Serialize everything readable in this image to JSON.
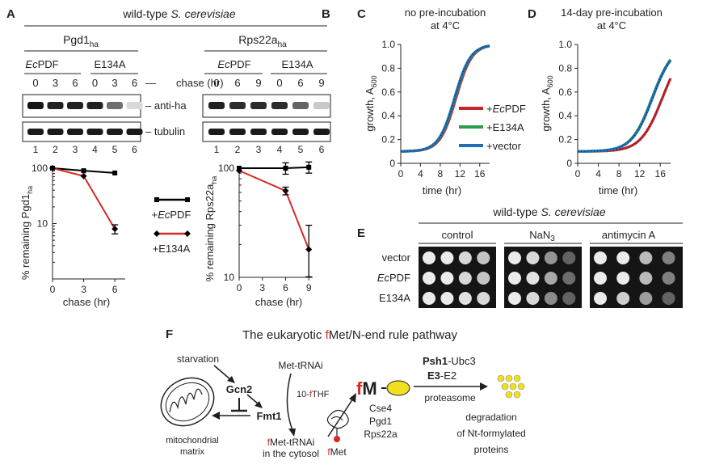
{
  "panels": {
    "A": "A",
    "B": "B",
    "C": "C",
    "D": "D",
    "E": "E",
    "F": "F"
  },
  "top_header": "wild-type S. cerevisiae",
  "blots": {
    "A": {
      "protein": "Pgd1",
      "subscript": "ha",
      "group1": "EcPDF",
      "group2": "E134A",
      "times": [
        "0",
        "3",
        "6",
        "0",
        "3",
        "6"
      ],
      "chase_label": "chase (hr)",
      "lanes": [
        "1",
        "2",
        "3",
        "4",
        "5",
        "6"
      ],
      "antiha_label": "anti-ha",
      "tubulin_label": "tubulin",
      "intensities": [
        0.95,
        0.9,
        0.9,
        0.9,
        0.55,
        0.08
      ]
    },
    "B": {
      "protein": "Rps22a",
      "subscript": "ha",
      "group1": "EcPDF",
      "group2": "E134A",
      "times": [
        "0",
        "6",
        "9",
        "0",
        "6",
        "9"
      ],
      "lanes": [
        "1",
        "2",
        "3",
        "4",
        "5",
        "6"
      ],
      "intensities": [
        0.9,
        0.85,
        0.85,
        0.85,
        0.6,
        0.15
      ]
    }
  },
  "chart_data": [
    {
      "id": "A-plot",
      "type": "line",
      "xlabel": "chase (hr)",
      "ylabel": "% remaining Pgd1ha",
      "yscale": "log",
      "ylim": [
        1,
        100
      ],
      "y_ticks": [
        "100",
        "10"
      ],
      "x_ticks": [
        "0",
        "3",
        "6"
      ],
      "series": [
        {
          "name": "+EcPDF",
          "color": "#000000",
          "x": [
            0,
            3,
            6
          ],
          "y": [
            100,
            90,
            82
          ]
        },
        {
          "name": "+E134A",
          "color": "#d62a26",
          "x": [
            0,
            3,
            6
          ],
          "y": [
            100,
            72,
            8
          ],
          "err": [
            0,
            0,
            1.5
          ]
        }
      ],
      "legend": [
        "+EcPDF",
        "+E134A"
      ]
    },
    {
      "id": "B-plot",
      "type": "line",
      "xlabel": "chase (hr)",
      "ylabel": "% remaining Rps22aha",
      "yscale": "log",
      "ylim": [
        10,
        100
      ],
      "y_ticks": [
        "100",
        "10"
      ],
      "x_ticks": [
        "0",
        "3",
        "6",
        "9"
      ],
      "series": [
        {
          "name": "+EcPDF",
          "color": "#000000",
          "x": [
            0,
            6,
            9
          ],
          "y": [
            100,
            100,
            102
          ],
          "err": [
            0,
            12,
            12
          ]
        },
        {
          "name": "+E134A",
          "color": "#d62a26",
          "x": [
            0,
            6,
            9
          ],
          "y": [
            95,
            62,
            18
          ],
          "err": [
            0,
            5,
            12
          ]
        }
      ]
    },
    {
      "id": "C-plot",
      "type": "line",
      "title": "no pre-incubation\nat 4°C",
      "xlabel": "time (hr)",
      "ylabel": "growth, A600",
      "xlim": [
        0,
        18
      ],
      "ylim": [
        0,
        1
      ],
      "x_ticks": [
        "0",
        "4",
        "8",
        "12",
        "16"
      ],
      "y_ticks": [
        "0",
        "0.2",
        "0.4",
        "0.6",
        "0.8",
        "1.0"
      ],
      "series": [
        {
          "name": "+EcPDF",
          "color": "#c0262b",
          "midpoint": 11.2,
          "slope": 0.62
        },
        {
          "name": "+E134A",
          "color": "#2a9d4b",
          "midpoint": 11.0,
          "slope": 0.62
        },
        {
          "name": "+vector",
          "color": "#1f6fb5",
          "midpoint": 10.9,
          "slope": 0.62
        }
      ],
      "legend": [
        "+EcPDF",
        "+E134A",
        "+vector"
      ]
    },
    {
      "id": "D-plot",
      "type": "line",
      "title": "14-day pre-incubation\nat 4°C",
      "xlabel": "time (hr)",
      "ylabel": "growth, A600",
      "xlim": [
        0,
        18
      ],
      "ylim": [
        0,
        1
      ],
      "x_ticks": [
        "0",
        "4",
        "8",
        "12",
        "16"
      ],
      "y_ticks": [
        "0",
        "0.2",
        "0.4",
        "0.6",
        "0.8",
        "1.0"
      ],
      "series": [
        {
          "name": "+EcPDF",
          "color": "#c0262b",
          "midpoint": 16.4,
          "slope": 0.48
        },
        {
          "name": "+E134A",
          "color": "#2a9d4b",
          "midpoint": 14.4,
          "slope": 0.5
        },
        {
          "name": "+vector",
          "color": "#1f6fb5",
          "midpoint": 14.5,
          "slope": 0.5
        }
      ]
    }
  ],
  "spot": {
    "header": "wild-type S. cerevisiae",
    "columns": [
      "control",
      "NaN3",
      "antimycin A"
    ],
    "rows": [
      "vector",
      "EcPDF",
      "E134A"
    ],
    "intensity": [
      [
        [
          1,
          1,
          0.9,
          0.8
        ],
        [
          1,
          0.9,
          0.55,
          0.3
        ],
        [
          1,
          1,
          0.75,
          0.45
        ]
      ],
      [
        [
          1,
          1,
          0.9,
          0.8
        ],
        [
          1,
          0.95,
          0.65,
          0.35
        ],
        [
          1,
          1,
          0.75,
          0.45
        ]
      ],
      [
        [
          1,
          1,
          0.95,
          0.9
        ],
        [
          1,
          0.9,
          0.5,
          0.3
        ],
        [
          1,
          0.85,
          0.6,
          0.3
        ]
      ]
    ]
  },
  "pathway": {
    "title_f": "f",
    "title_rest": "Met/N-end rule pathway",
    "title_pre": "The eukaryotic ",
    "starvation": "starvation",
    "gcn2": "Gcn2",
    "fmt1": "Fmt1",
    "mito": "mitochondrial\nmatrix",
    "met_trna": "Met-tRNAi",
    "thf": "10-fTHF",
    "fmet_trna": "fMet-tRNAi\nin the cytosol",
    "fmet": "fMet",
    "fm": "fM",
    "substrates": [
      "Cse4",
      "Pgd1",
      "Rps22a"
    ],
    "psh1": "Psh1",
    "ubc3": "-Ubc3",
    "e3": "E3",
    "e2": "-E2",
    "proteasome": "proteasome",
    "degradation": "degradation\nof Nt-formylated\nproteins"
  },
  "colors": {
    "red": "#d62a26",
    "black": "#231f20"
  }
}
